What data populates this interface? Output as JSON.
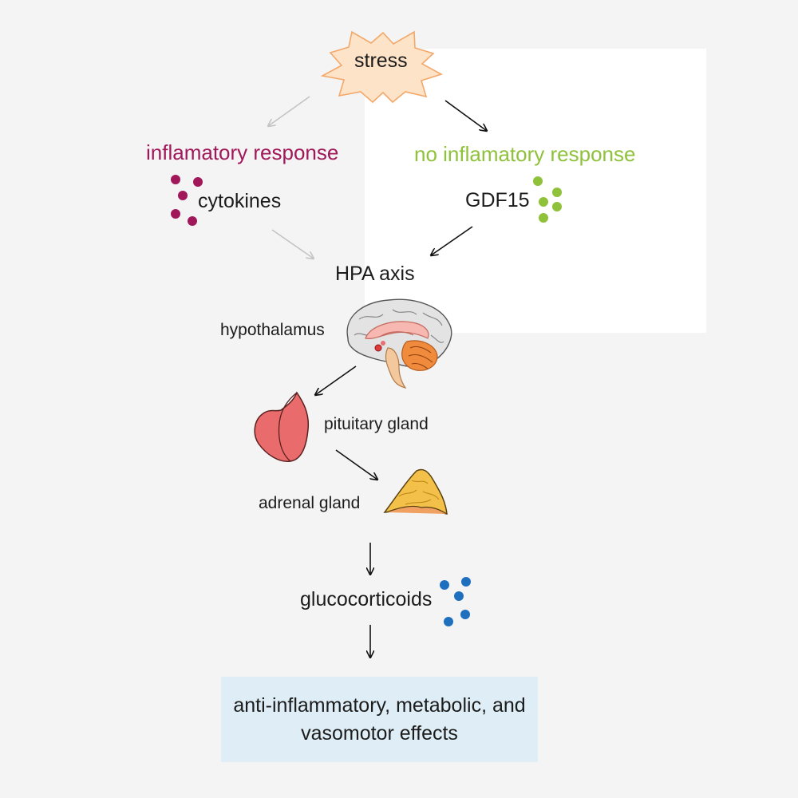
{
  "diagram": {
    "stress": "stress",
    "inflammatory_response": "inflamatory response",
    "no_inflammatory_response": "no inflamatory response",
    "cytokines": "cytokines",
    "gdf15": "GDF15",
    "hpa_axis": "HPA axis",
    "hypothalamus": "hypothalamus",
    "pituitary_gland": "pituitary gland",
    "adrenal_gland": "adrenal gland",
    "glucocorticoids": "glucocorticoids",
    "effects": "anti-inflammatory, metabolic, and vasomotor effects"
  },
  "colors": {
    "inflammatory": "#a0185a",
    "no_inflammatory": "#8fc13a",
    "glucocorticoid_dots": "#1f6fbf",
    "stress_fill": "#fde3c8",
    "stress_stroke": "#f3a86a",
    "pituitary": "#e8696a",
    "adrenal": "#f2c04a",
    "effects_box": "#dfeef6"
  },
  "icons": {
    "stress_burst": "starburst-icon",
    "brain": "brain-icon",
    "pituitary": "pituitary-gland-icon",
    "adrenal": "adrenal-gland-icon"
  }
}
